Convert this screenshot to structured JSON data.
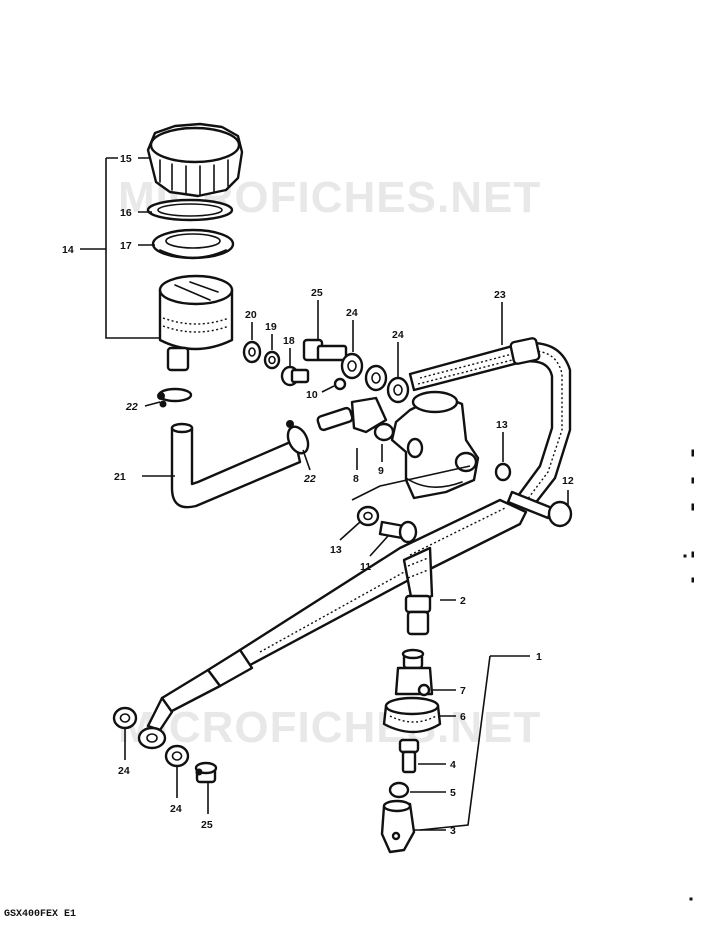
{
  "watermark": {
    "top": "MICROFICHES.NET",
    "bottom": "MICROFICHES.NET"
  },
  "model_code": "GSX400FEX E1",
  "callouts": [
    {
      "id": "c15",
      "text": "15"
    },
    {
      "id": "c16",
      "text": "16"
    },
    {
      "id": "c17",
      "text": "17"
    },
    {
      "id": "c14",
      "text": "14"
    },
    {
      "id": "c25a",
      "text": "25"
    },
    {
      "id": "c24a",
      "text": "24"
    },
    {
      "id": "c24b",
      "text": "24"
    },
    {
      "id": "c23",
      "text": "23"
    },
    {
      "id": "c20",
      "text": "20"
    },
    {
      "id": "c19",
      "text": "19"
    },
    {
      "id": "c18",
      "text": "18"
    },
    {
      "id": "c10",
      "text": "10"
    },
    {
      "id": "c22a",
      "text": "22"
    },
    {
      "id": "c21",
      "text": "21"
    },
    {
      "id": "c22b",
      "text": "22"
    },
    {
      "id": "c8",
      "text": "8"
    },
    {
      "id": "c9",
      "text": "9"
    },
    {
      "id": "c13a",
      "text": "13"
    },
    {
      "id": "c12",
      "text": "12"
    },
    {
      "id": "c13b",
      "text": "13"
    },
    {
      "id": "c11",
      "text": "11"
    },
    {
      "id": "c2",
      "text": "2"
    },
    {
      "id": "c1",
      "text": "1"
    },
    {
      "id": "c7",
      "text": "7"
    },
    {
      "id": "c6",
      "text": "6"
    },
    {
      "id": "c4",
      "text": "4"
    },
    {
      "id": "c5",
      "text": "5"
    },
    {
      "id": "c3",
      "text": "3"
    },
    {
      "id": "c24c",
      "text": "24"
    },
    {
      "id": "c24d",
      "text": "24"
    },
    {
      "id": "c25b",
      "text": "25"
    }
  ]
}
